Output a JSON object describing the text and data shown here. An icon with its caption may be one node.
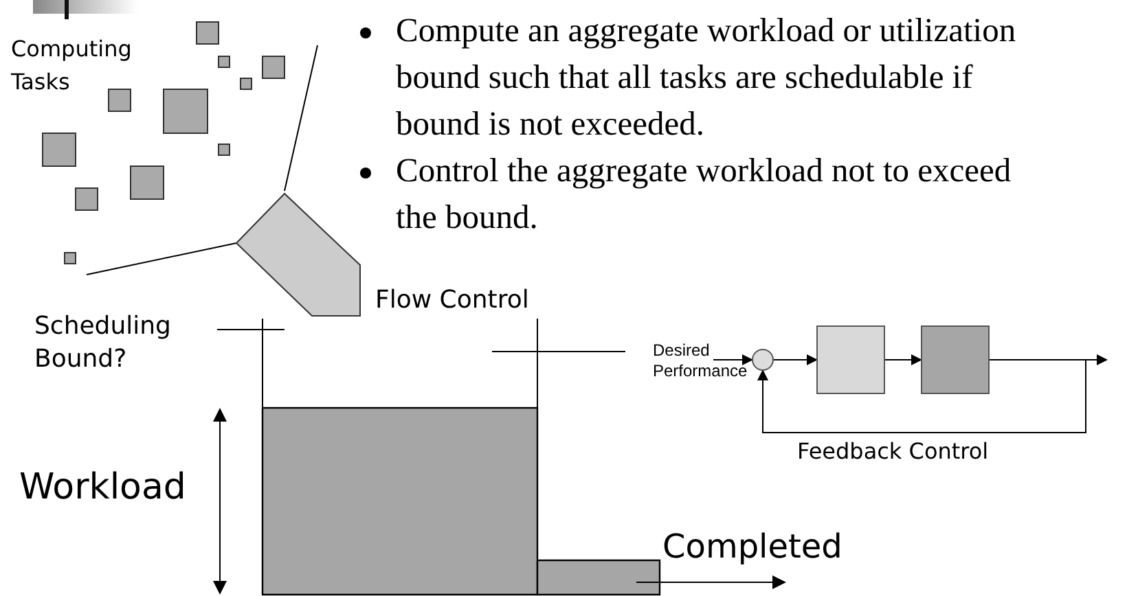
{
  "diagram": {
    "nodes": [
      {
        "text": [
          "Desired Performance"
        ]
      },
      {
        "text": [],
        "shape": "circle"
      },
      {
        "text": [],
        "shape": "box"
      },
      {
        "text": [],
        "shape": "box"
      }
    ],
    "edges": [
      {
        "from": 0,
        "to": 1,
        "arrow": "to"
      },
      {
        "from": 1,
        "to": 2,
        "arrow": "to"
      },
      {
        "from": 2,
        "to": 3,
        "arrow": "to"
      },
      {
        "from": 3,
        "to": null,
        "arrow": "to"
      },
      {
        "from": 3,
        "to": 1,
        "arrow": "to"
      }
    ],
    "labels": [
      "Computing Tasks",
      "Compute an aggregate workload or utilization bound such that all tasks are schedulable if bound is not exceeded.",
      "Control the aggregate workload not to exceed the bound.",
      "Flow Control",
      "Scheduling Bound?",
      "Workload",
      "Completed",
      "Feedback Control"
    ]
  }
}
